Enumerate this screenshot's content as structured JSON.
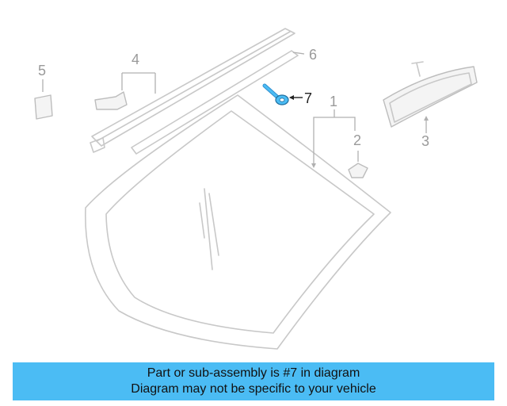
{
  "diagram": {
    "callouts": {
      "c1": "1",
      "c2": "2",
      "c3": "3",
      "c4": "4",
      "c5": "5",
      "c6": "6",
      "c7": "7"
    },
    "highlighted_part": "7",
    "colors": {
      "highlight": "#4bbcf4",
      "banner": "#4bbcf4",
      "line": "#c8c8c8"
    }
  },
  "banner": {
    "line1": "Part or sub-assembly is #7 in diagram",
    "line2": "Diagram may not be specific to your vehicle"
  }
}
